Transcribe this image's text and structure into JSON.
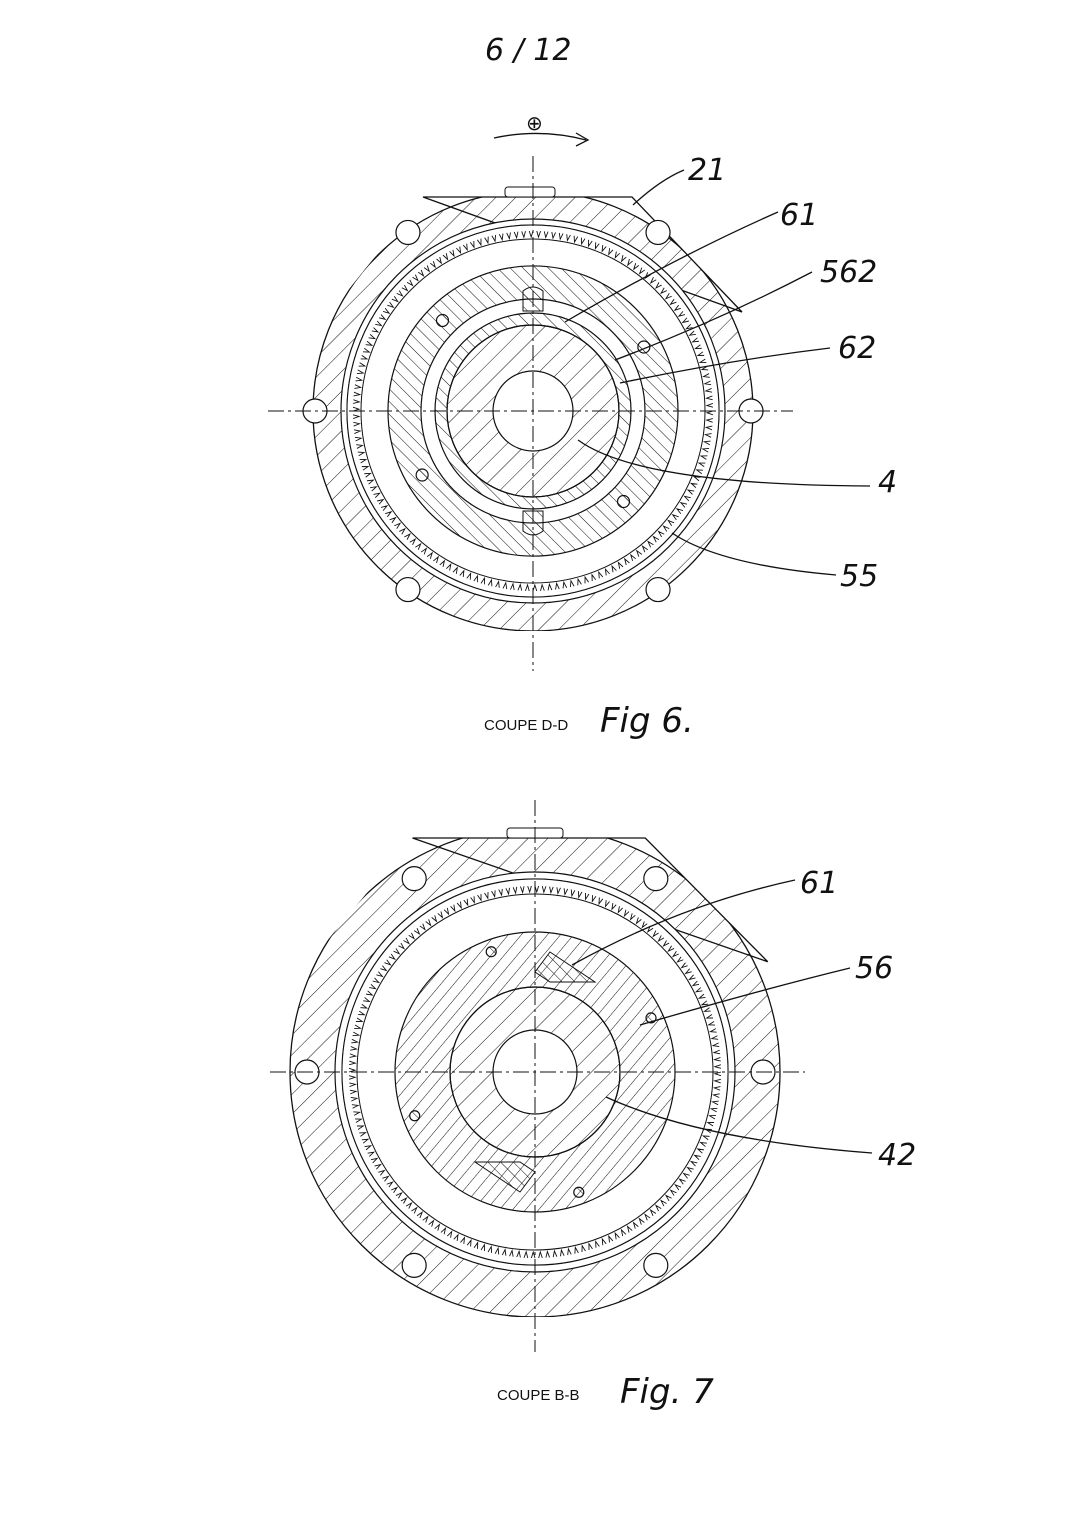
{
  "sheet": {
    "page_number": "6 / 12"
  },
  "figure6": {
    "rotation_symbol": "⊕",
    "section_label": "COUPE D-D",
    "fig_label": "Fig 6.",
    "callouts": [
      "21",
      "61",
      "562",
      "62",
      "4",
      "55"
    ]
  },
  "figure7": {
    "section_label": "COUPE B-B",
    "fig_label": "Fig. 7",
    "callouts": [
      "61",
      "56",
      "42"
    ]
  },
  "colors": {
    "ink": "#111111",
    "paper": "#ffffff"
  }
}
